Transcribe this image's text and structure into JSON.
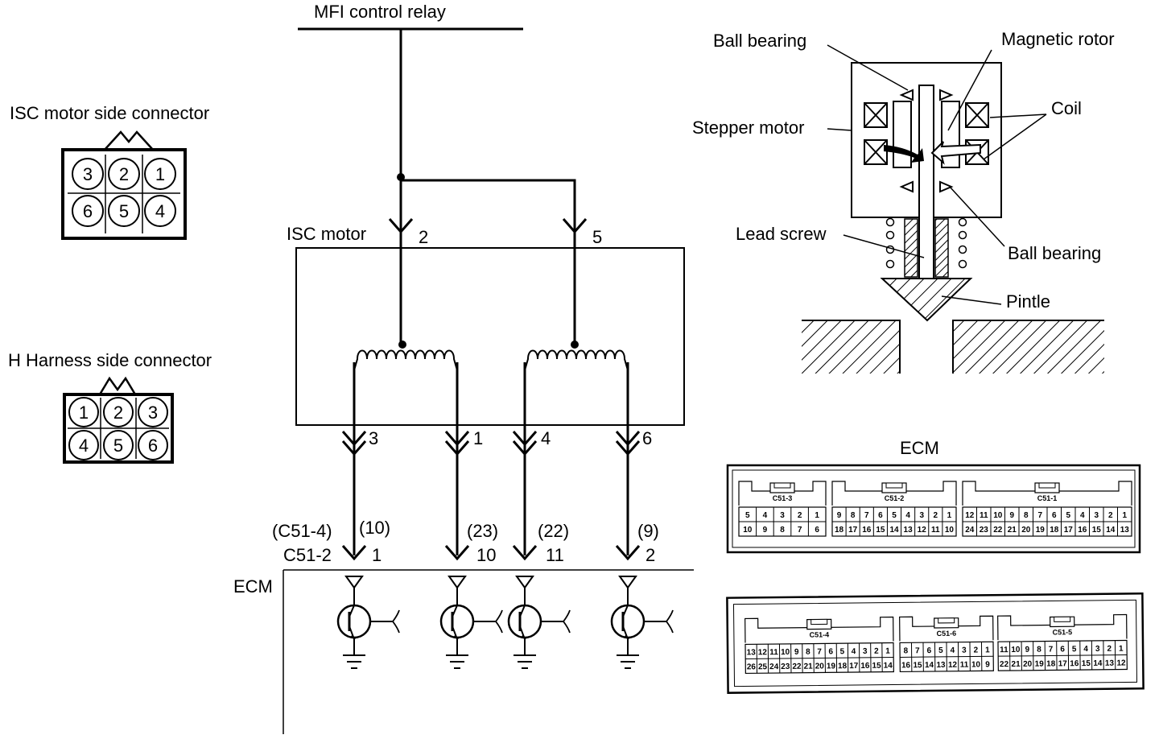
{
  "labels": {
    "mfi_relay": "MFI control relay",
    "isc_motor": "ISC motor",
    "ecm_left": "ECM",
    "motor_connector_title": "ISC motor side connector",
    "harness_connector_title": "H Harness side connector",
    "ecm_connector_title": "ECM",
    "ball_bearing_top": "Ball bearing",
    "magnetic_rotor": "Magnetic rotor",
    "coil": "Coil",
    "stepper_motor": "Stepper motor",
    "lead_screw": "Lead screw",
    "ball_bearing_bottom": "Ball bearing",
    "pintle": "Pintle"
  },
  "motor_pins": {
    "p2": "2",
    "p5": "5",
    "p3": "3",
    "p1": "1",
    "p4": "4",
    "p6": "6"
  },
  "ecm_terminals": {
    "col1_alt": "(C51-4)",
    "col1_alt_num": "(10)",
    "col1_conn": "C51-2",
    "col1_num": "1",
    "col2_alt_num": "(23)",
    "col2_num": "10",
    "col3_alt_num": "(22)",
    "col3_num": "11",
    "col4_alt_num": "(9)",
    "col4_num": "2"
  },
  "motor_side_connector": {
    "top": [
      "3",
      "2",
      "1"
    ],
    "bottom": [
      "6",
      "5",
      "4"
    ]
  },
  "harness_side_connector": {
    "top": [
      "1",
      "2",
      "3"
    ],
    "bottom": [
      "4",
      "5",
      "6"
    ]
  },
  "ecm_connectors_a": [
    {
      "name": "C51-3",
      "top": [
        "5",
        "4",
        "3",
        "2",
        "1"
      ],
      "bottom": [
        "10",
        "9",
        "8",
        "7",
        "6"
      ]
    },
    {
      "name": "C51-2",
      "top": [
        "9",
        "8",
        "7",
        "6",
        "5",
        "4",
        "3",
        "2",
        "1"
      ],
      "bottom": [
        "18",
        "17",
        "16",
        "15",
        "14",
        "13",
        "12",
        "11",
        "10"
      ]
    },
    {
      "name": "C51-1",
      "top": [
        "12",
        "11",
        "10",
        "9",
        "8",
        "7",
        "6",
        "5",
        "4",
        "3",
        "2",
        "1"
      ],
      "bottom": [
        "24",
        "23",
        "22",
        "21",
        "20",
        "19",
        "18",
        "17",
        "16",
        "15",
        "14",
        "13"
      ]
    }
  ],
  "ecm_connectors_b": [
    {
      "name": "C51-4",
      "top": [
        "13",
        "12",
        "11",
        "10",
        "9",
        "8",
        "7",
        "6",
        "5",
        "4",
        "3",
        "2",
        "1"
      ],
      "bottom": [
        "26",
        "25",
        "24",
        "23",
        "22",
        "21",
        "20",
        "19",
        "18",
        "17",
        "16",
        "15",
        "14"
      ]
    },
    {
      "name": "C51-6",
      "top": [
        "8",
        "7",
        "6",
        "5",
        "4",
        "3",
        "2",
        "1"
      ],
      "bottom": [
        "16",
        "15",
        "14",
        "13",
        "12",
        "11",
        "10",
        "9"
      ]
    },
    {
      "name": "C51-5",
      "top": [
        "11",
        "10",
        "9",
        "8",
        "7",
        "6",
        "5",
        "4",
        "3",
        "2",
        "1"
      ],
      "bottom": [
        "22",
        "21",
        "20",
        "19",
        "18",
        "17",
        "16",
        "15",
        "14",
        "13",
        "12"
      ]
    }
  ]
}
